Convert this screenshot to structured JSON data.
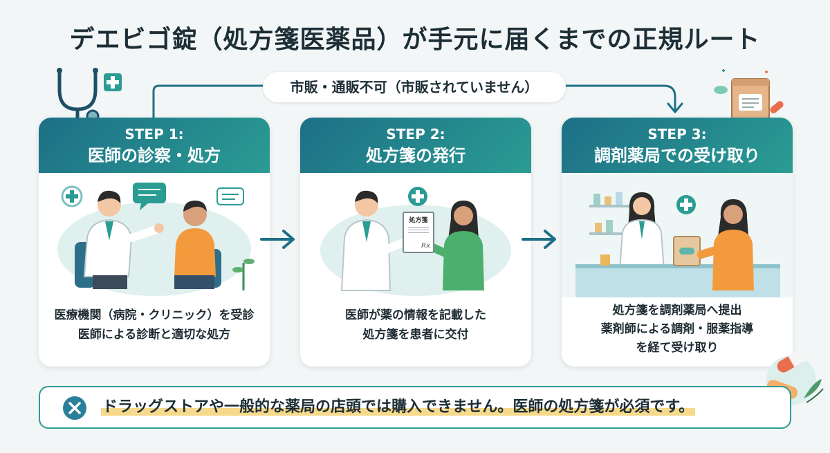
{
  "title": "デエビゴ錠（処方箋医薬品）が手元に届くまでの正規ルート",
  "route_note": "市販・通販不可（市販されていません）",
  "steps": [
    {
      "label": "STEP 1:",
      "title": "医師の診察・処方",
      "lines": [
        "医療機関（病院・クリニック）を受診",
        "医師による診断と適切な処方"
      ]
    },
    {
      "label": "STEP 2:",
      "title": "処方箋の発行",
      "lines": [
        "医師が薬の情報を記載した",
        "処方箋を患者に交付"
      ],
      "doc_label": "処方箋",
      "rx": "Rx"
    },
    {
      "label": "STEP 3:",
      "title": "調剤薬局での受け取り",
      "lines": [
        "処方箋を調剤薬局へ提出",
        "薬剤師による調剤・服薬指導",
        "を経て受け取り"
      ]
    }
  ],
  "warning": "ドラッグストアや一般的な薬局の店頭では購入できません。医師の処方箋が必須です。",
  "colors": {
    "accent_teal": "#2a9c93",
    "header_blue": "#1d6f86",
    "warning_red": "#2a7f9a",
    "highlight": "#f6d98b"
  }
}
